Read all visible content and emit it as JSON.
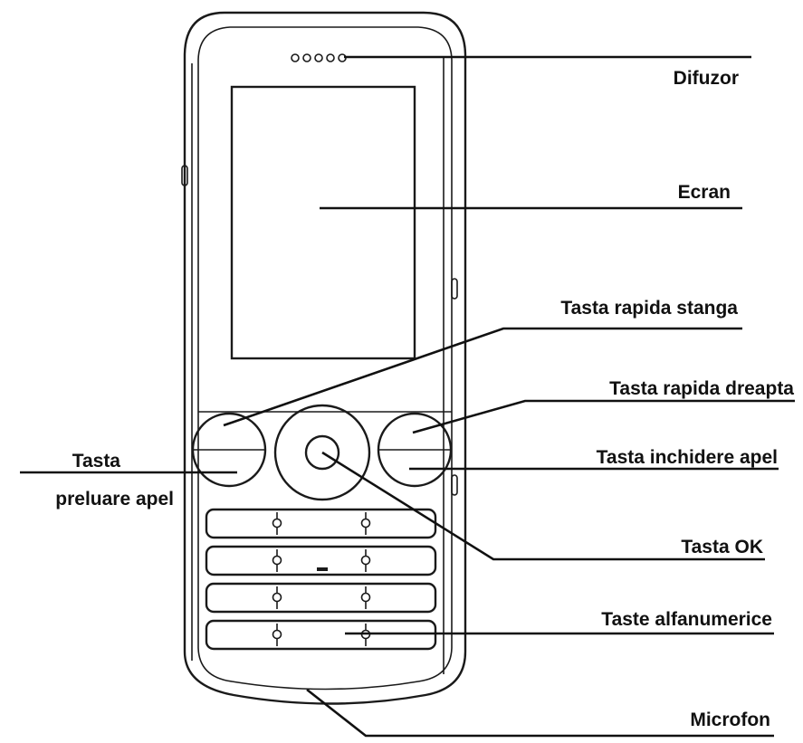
{
  "diagram": {
    "labels": {
      "speaker": "Difuzor",
      "screen": "Ecran",
      "left_soft_key": "Tasta rapida stanga",
      "right_soft_key": "Tasta rapida dreapta",
      "call_key_line1": "Tasta",
      "call_key_line2": "preluare apel",
      "end_call_key": "Tasta inchidere apel",
      "ok_key": "Tasta OK",
      "alphanumeric_keys": "Taste alfanumerice",
      "microphone": "Microfon"
    }
  }
}
